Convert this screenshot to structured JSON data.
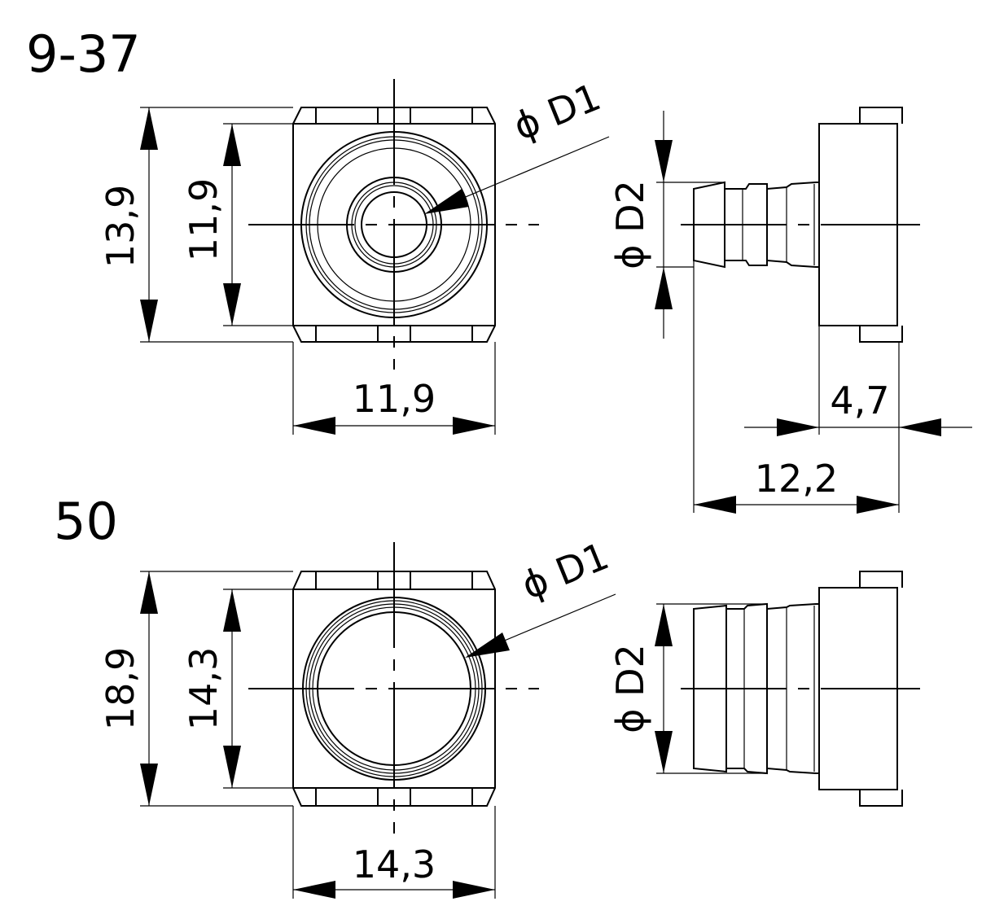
{
  "variant_a": {
    "title": "9-37",
    "front": {
      "overall_height": "13,9",
      "inner_height": "11,9",
      "width": "11,9",
      "d1": "ϕ D1"
    },
    "side": {
      "d2": "ϕ D2",
      "flange": "4,7",
      "length": "12,2"
    }
  },
  "variant_b": {
    "title": "50",
    "front": {
      "overall_height": "18,9",
      "inner_height": "14,3",
      "width": "14,3",
      "d1": "ϕ D1"
    },
    "side": {
      "d2": "ϕ D2"
    }
  }
}
